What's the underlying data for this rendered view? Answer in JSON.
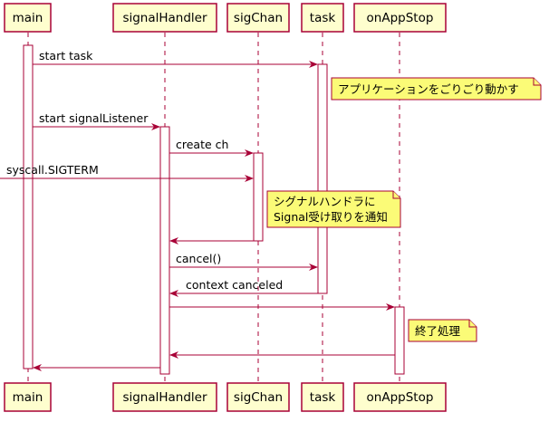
{
  "diagram": {
    "type": "sequence",
    "participants": [
      {
        "id": "main",
        "label": "main"
      },
      {
        "id": "signalHandler",
        "label": "signalHandler"
      },
      {
        "id": "sigChan",
        "label": "sigChan"
      },
      {
        "id": "task",
        "label": "task"
      },
      {
        "id": "onAppStop",
        "label": "onAppStop"
      }
    ],
    "messages": [
      {
        "from": "main",
        "to": "task",
        "label": "start task"
      },
      {
        "from": "main",
        "to": "signalHandler",
        "label": "start signalListener"
      },
      {
        "from": "signalHandler",
        "to": "sigChan",
        "label": "create ch"
      },
      {
        "from": "external",
        "to": "sigChan",
        "label": "syscall.SIGTERM"
      },
      {
        "from": "sigChan",
        "to": "signalHandler",
        "label": ""
      },
      {
        "from": "signalHandler",
        "to": "task",
        "label": "cancel()"
      },
      {
        "from": "task",
        "to": "signalHandler",
        "label": "context canceled"
      },
      {
        "from": "signalHandler",
        "to": "onAppStop",
        "label": ""
      },
      {
        "from": "onAppStop",
        "to": "signalHandler",
        "label": ""
      },
      {
        "from": "signalHandler",
        "to": "main",
        "label": ""
      }
    ],
    "notes": [
      {
        "over": "task",
        "lines": [
          "アプリケーションをごりごり動かす"
        ]
      },
      {
        "over": "sigChan",
        "lines": [
          "シグナルハンドラに",
          "Signal受け取りを通知"
        ]
      },
      {
        "over": "onAppStop",
        "lines": [
          "終了処理"
        ]
      }
    ],
    "colors": {
      "participant_fill": "#FEFECE",
      "participant_border": "#A80036",
      "arrow": "#A80036",
      "note_fill": "#FBFB77"
    }
  }
}
